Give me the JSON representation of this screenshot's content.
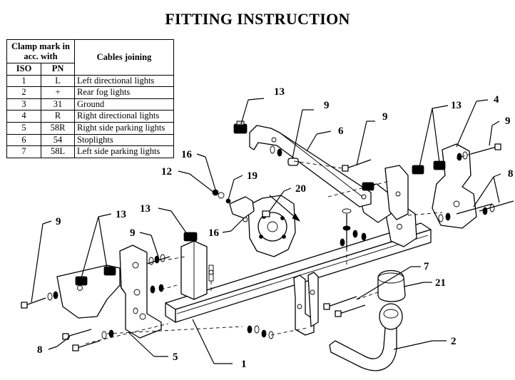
{
  "title": "FITTING INSTRUCTION",
  "legend": {
    "header_clamp_mark": "Clamp mark in acc. with",
    "header_cables": "Cables joining",
    "header_iso": "ISO",
    "header_pn": "PN",
    "rows": [
      {
        "iso": "1",
        "pn": "L",
        "desc": "Left directional lights"
      },
      {
        "iso": "2",
        "pn": "+",
        "desc": "Rear fog lights"
      },
      {
        "iso": "3",
        "pn": "31",
        "desc": "Ground"
      },
      {
        "iso": "4",
        "pn": "R",
        "desc": "Right directional lights"
      },
      {
        "iso": "5",
        "pn": "58R",
        "desc": "Right side parking lights"
      },
      {
        "iso": "6",
        "pn": "54",
        "desc": "Stoplights"
      },
      {
        "iso": "7",
        "pn": "58L",
        "desc": "Left side parking lights"
      }
    ]
  },
  "callouts": {
    "n1": "1",
    "n2": "2",
    "n4": "4",
    "n5": "5",
    "n6": "6",
    "n7": "7",
    "n8": "8",
    "n9": "9",
    "n12": "12",
    "n13": "13",
    "n16": "16",
    "n19": "19",
    "n20": "20",
    "n21": "21"
  }
}
